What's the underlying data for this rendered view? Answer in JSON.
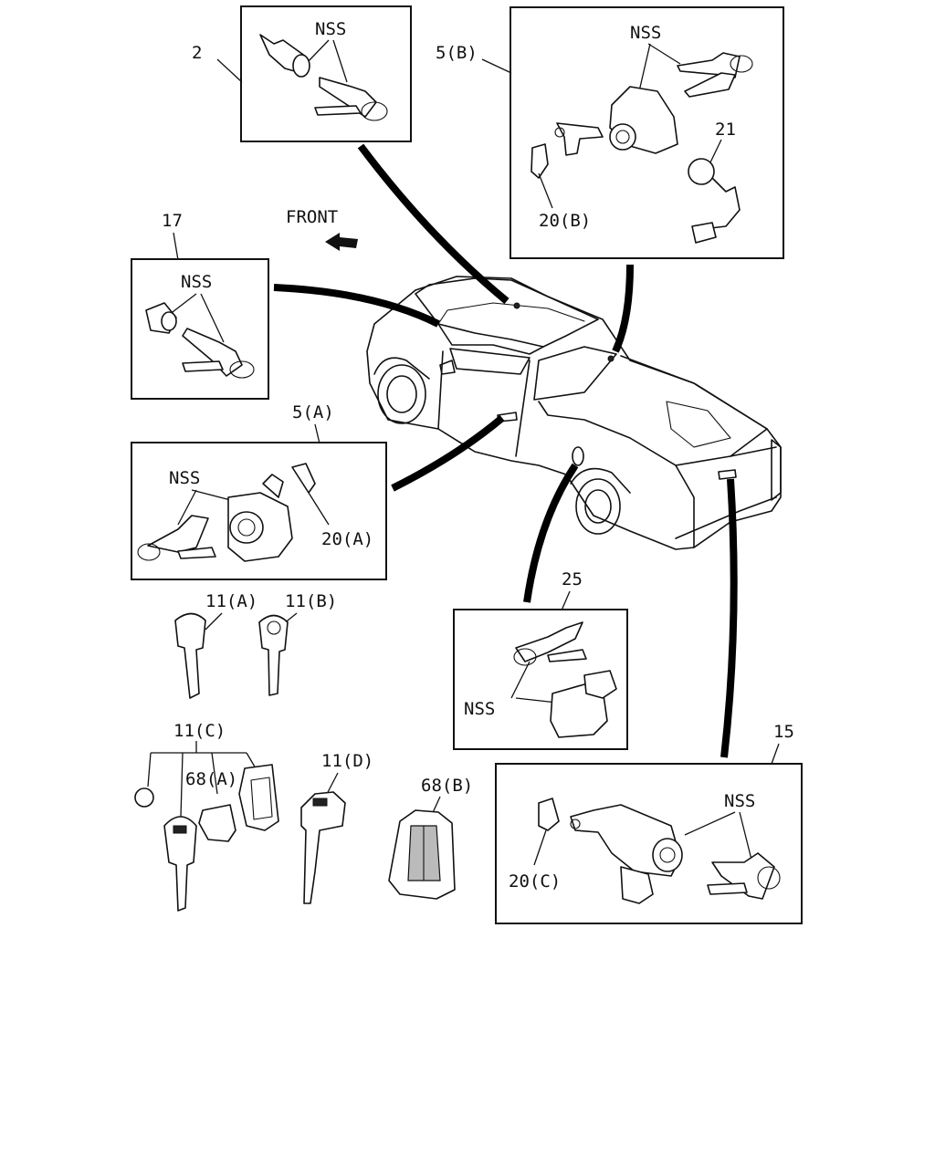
{
  "front_label": "FRONT",
  "callouts": {
    "c2": "2",
    "c5b": "5(B)",
    "c17": "17",
    "c21": "21",
    "c20b": "20(B)",
    "c5a": "5(A)",
    "c20a": "20(A)",
    "c11a": "11(A)",
    "c11b": "11(B)",
    "c25": "25",
    "c11c": "11(C)",
    "c68a": "68(A)",
    "c11d": "11(D)",
    "c68b": "68(B)",
    "c15": "15",
    "c20c": "20(C)"
  },
  "nss": "NSS"
}
